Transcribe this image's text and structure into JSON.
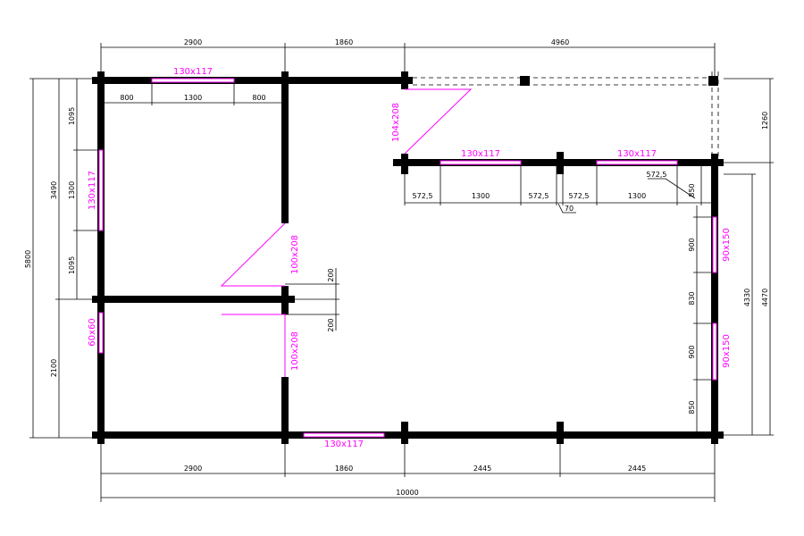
{
  "top_dims": [
    "2900",
    "1860",
    "4960"
  ],
  "top_sub_dims": [
    "800",
    "1300",
    "800"
  ],
  "left_dims": {
    "total": "5800",
    "upper": "3490",
    "lower": "2100",
    "sub": [
      "1095",
      "1300",
      "1095"
    ]
  },
  "right_dims": {
    "overhang": "1260",
    "outer": "4470",
    "inner": "4330",
    "sub": [
      "850",
      "900",
      "830",
      "900",
      "850"
    ]
  },
  "upper_wall_dims": [
    "572,5",
    "1300",
    "572,5",
    "572,5",
    "1300",
    "572,5",
    "70"
  ],
  "door_gap_dims": [
    "200",
    "200"
  ],
  "bottom_dims": [
    "2900",
    "1860",
    "2445",
    "2445"
  ],
  "total_width": "10000",
  "openings": {
    "top_window": "130x117",
    "left_window": "130x117",
    "small_window": "60x60",
    "entry_door": "104x208",
    "door_upper": "100x208",
    "door_lower": "100x208",
    "upper_window_1": "130x117",
    "upper_window_2": "130x117",
    "right_window_1": "90x150",
    "right_window_2": "90x150",
    "bottom_window": "130x117"
  },
  "colors": {
    "openings": "#ff00ff",
    "walls": "#000000"
  }
}
